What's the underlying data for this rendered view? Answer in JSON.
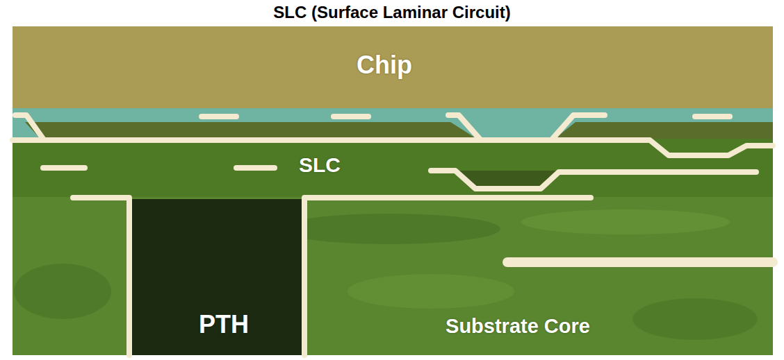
{
  "diagram": {
    "title": "SLC (Surface Laminar Circuit)",
    "labels": [
      "Chip",
      "SLC",
      "PTH",
      "Substrate Core"
    ]
  }
}
